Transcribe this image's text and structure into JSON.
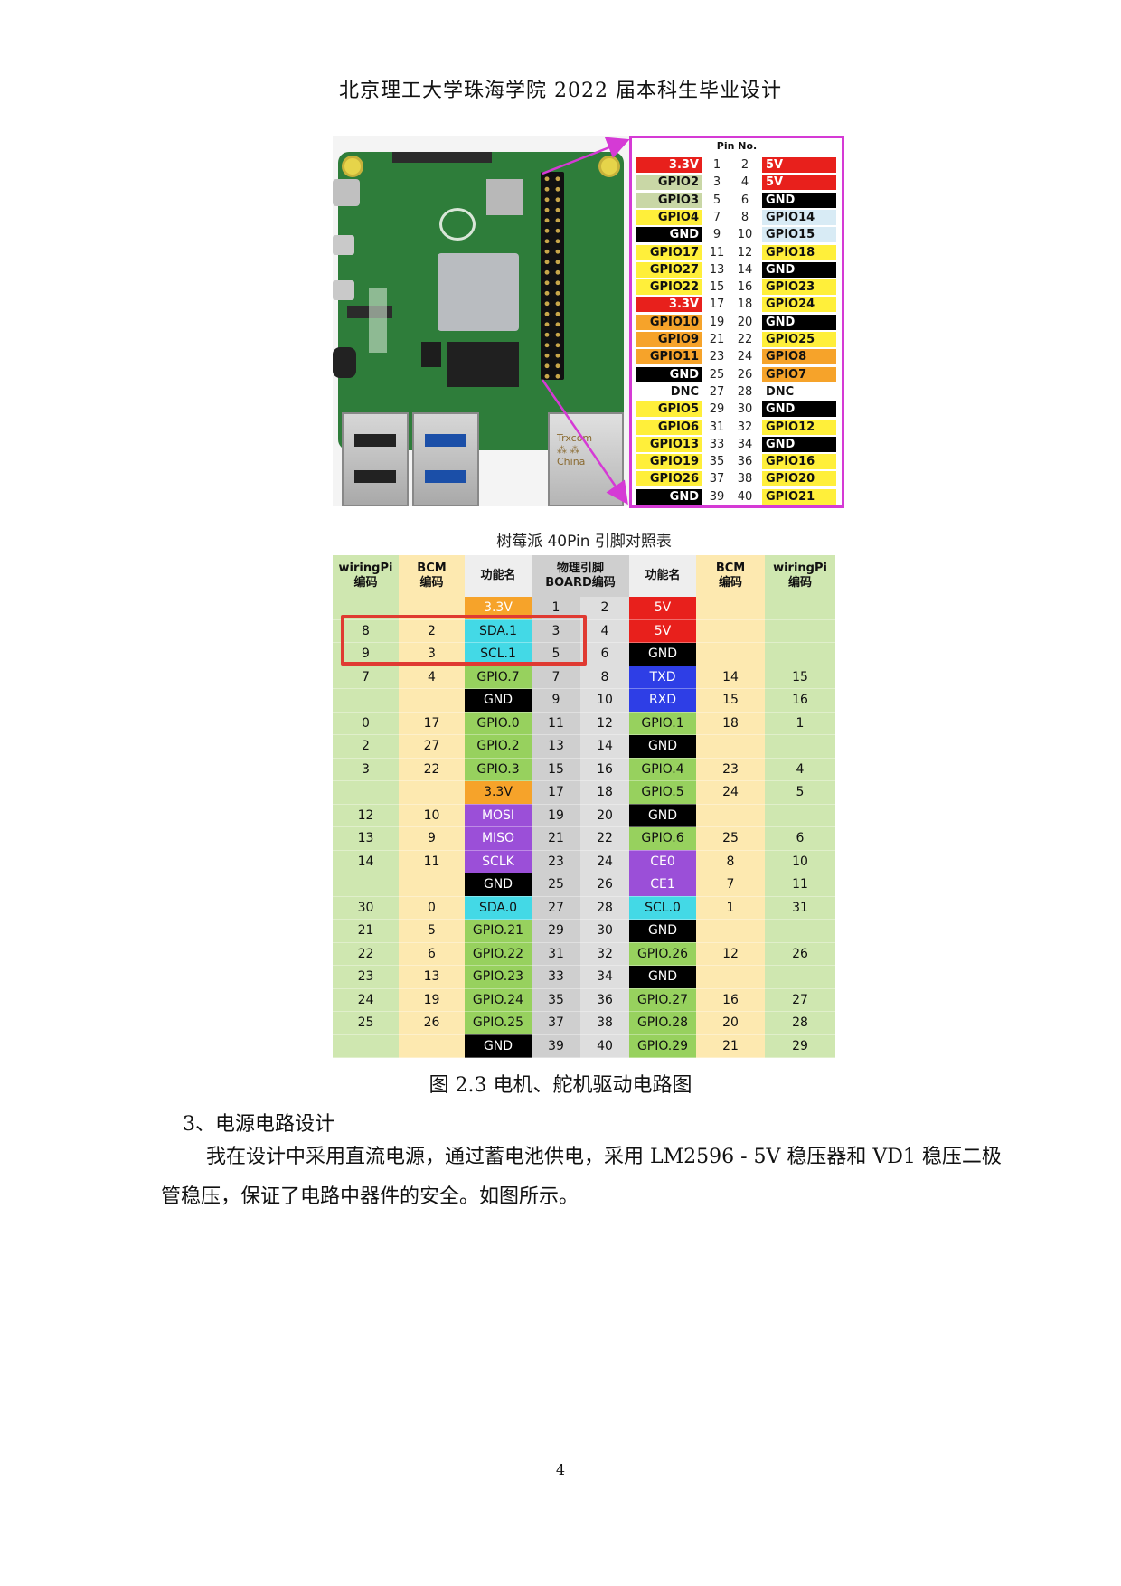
{
  "header": {
    "title": "北京理工大学珠海学院 2022 届本科生毕业设计"
  },
  "figure_top": {
    "pin_header_title": "Pin No.",
    "rows": [
      {
        "left": "3.3V",
        "lc": "#e8201c",
        "lt": "#ffffff",
        "n1": "1",
        "n2": "2",
        "right": "5V",
        "rc": "#e8201c",
        "rt": "#ffffff"
      },
      {
        "left": "GPIO2",
        "lc": "#c9d7a6",
        "lt": "#111111",
        "n1": "3",
        "n2": "4",
        "right": "5V",
        "rc": "#e8201c",
        "rt": "#ffffff"
      },
      {
        "left": "GPIO3",
        "lc": "#c9d7a6",
        "lt": "#111111",
        "n1": "5",
        "n2": "6",
        "right": "GND",
        "rc": "#000000",
        "rt": "#ffffff"
      },
      {
        "left": "GPIO4",
        "lc": "#ffef3a",
        "lt": "#111111",
        "n1": "7",
        "n2": "8",
        "right": "GPIO14",
        "rc": "#d8ebf5",
        "rt": "#111111"
      },
      {
        "left": "GND",
        "lc": "#000000",
        "lt": "#ffffff",
        "n1": "9",
        "n2": "10",
        "right": "GPIO15",
        "rc": "#d8ebf5",
        "rt": "#111111"
      },
      {
        "left": "GPIO17",
        "lc": "#ffef3a",
        "lt": "#111111",
        "n1": "11",
        "n2": "12",
        "right": "GPIO18",
        "rc": "#ffef3a",
        "rt": "#111111"
      },
      {
        "left": "GPIO27",
        "lc": "#ffef3a",
        "lt": "#111111",
        "n1": "13",
        "n2": "14",
        "right": "GND",
        "rc": "#000000",
        "rt": "#ffffff"
      },
      {
        "left": "GPIO22",
        "lc": "#ffef3a",
        "lt": "#111111",
        "n1": "15",
        "n2": "16",
        "right": "GPIO23",
        "rc": "#ffef3a",
        "rt": "#111111"
      },
      {
        "left": "3.3V",
        "lc": "#e8201c",
        "lt": "#ffffff",
        "n1": "17",
        "n2": "18",
        "right": "GPIO24",
        "rc": "#ffef3a",
        "rt": "#111111"
      },
      {
        "left": "GPIO10",
        "lc": "#f6a32a",
        "lt": "#111111",
        "n1": "19",
        "n2": "20",
        "right": "GND",
        "rc": "#000000",
        "rt": "#ffffff"
      },
      {
        "left": "GPIO9",
        "lc": "#f6a32a",
        "lt": "#111111",
        "n1": "21",
        "n2": "22",
        "right": "GPIO25",
        "rc": "#ffef3a",
        "rt": "#111111"
      },
      {
        "left": "GPIO11",
        "lc": "#f6a32a",
        "lt": "#111111",
        "n1": "23",
        "n2": "24",
        "right": "GPIO8",
        "rc": "#f6a32a",
        "rt": "#111111"
      },
      {
        "left": "GND",
        "lc": "#000000",
        "lt": "#ffffff",
        "n1": "25",
        "n2": "26",
        "right": "GPIO7",
        "rc": "#f6a32a",
        "rt": "#111111"
      },
      {
        "left": "DNC",
        "lc": "#ffffff",
        "lt": "#111111",
        "n1": "27",
        "n2": "28",
        "right": "DNC",
        "rc": "#ffffff",
        "rt": "#111111"
      },
      {
        "left": "GPIO5",
        "lc": "#ffef3a",
        "lt": "#111111",
        "n1": "29",
        "n2": "30",
        "right": "GND",
        "rc": "#000000",
        "rt": "#ffffff"
      },
      {
        "left": "GPIO6",
        "lc": "#ffef3a",
        "lt": "#111111",
        "n1": "31",
        "n2": "32",
        "right": "GPIO12",
        "rc": "#ffef3a",
        "rt": "#111111"
      },
      {
        "left": "GPIO13",
        "lc": "#ffef3a",
        "lt": "#111111",
        "n1": "33",
        "n2": "34",
        "right": "GND",
        "rc": "#000000",
        "rt": "#ffffff"
      },
      {
        "left": "GPIO19",
        "lc": "#ffef3a",
        "lt": "#111111",
        "n1": "35",
        "n2": "36",
        "right": "GPIO16",
        "rc": "#ffef3a",
        "rt": "#111111"
      },
      {
        "left": "GPIO26",
        "lc": "#ffef3a",
        "lt": "#111111",
        "n1": "37",
        "n2": "38",
        "right": "GPIO20",
        "rc": "#ffef3a",
        "rt": "#111111"
      },
      {
        "left": "GND",
        "lc": "#000000",
        "lt": "#ffffff",
        "n1": "39",
        "n2": "40",
        "right": "GPIO21",
        "rc": "#ffef3a",
        "rt": "#111111"
      }
    ]
  },
  "pin_table": {
    "title": "树莓派 40Pin 引脚对照表",
    "headers": [
      "wiringPi\n编码",
      "BCM\n编码",
      "功能名",
      "物理引脚\nBOARD编码",
      "功能名",
      "BCM\n编码",
      "wiringPi\n编码"
    ],
    "rows": [
      {
        "wp1": "",
        "bcm1": "",
        "fn1": "3.3V",
        "f1c": "#f6a32a",
        "f1t": "#ffffff",
        "p1": "1",
        "p2": "2",
        "fn2": "5V",
        "f2c": "#e8201c",
        "f2t": "#ffffff",
        "bcm2": "",
        "wp2": ""
      },
      {
        "wp1": "8",
        "bcm1": "2",
        "fn1": "SDA.1",
        "f1c": "#43d9e6",
        "f1t": "#111111",
        "p1": "3",
        "p2": "4",
        "fn2": "5V",
        "f2c": "#e8201c",
        "f2t": "#ffffff",
        "bcm2": "",
        "wp2": ""
      },
      {
        "wp1": "9",
        "bcm1": "3",
        "fn1": "SCL.1",
        "f1c": "#43d9e6",
        "f1t": "#111111",
        "p1": "5",
        "p2": "6",
        "fn2": "GND",
        "f2c": "#000000",
        "f2t": "#ffffff",
        "bcm2": "",
        "wp2": ""
      },
      {
        "wp1": "7",
        "bcm1": "4",
        "fn1": "GPIO.7",
        "f1c": "#97d15e",
        "f1t": "#111111",
        "p1": "7",
        "p2": "8",
        "fn2": "TXD",
        "f2c": "#2e3ee6",
        "f2t": "#ffffff",
        "bcm2": "14",
        "wp2": "15"
      },
      {
        "wp1": "",
        "bcm1": "",
        "fn1": "GND",
        "f1c": "#000000",
        "f1t": "#ffffff",
        "p1": "9",
        "p2": "10",
        "fn2": "RXD",
        "f2c": "#2e3ee6",
        "f2t": "#ffffff",
        "bcm2": "15",
        "wp2": "16"
      },
      {
        "wp1": "0",
        "bcm1": "17",
        "fn1": "GPIO.0",
        "f1c": "#97d15e",
        "f1t": "#111111",
        "p1": "11",
        "p2": "12",
        "fn2": "GPIO.1",
        "f2c": "#97d15e",
        "f2t": "#111111",
        "bcm2": "18",
        "wp2": "1"
      },
      {
        "wp1": "2",
        "bcm1": "27",
        "fn1": "GPIO.2",
        "f1c": "#97d15e",
        "f1t": "#111111",
        "p1": "13",
        "p2": "14",
        "fn2": "GND",
        "f2c": "#000000",
        "f2t": "#ffffff",
        "bcm2": "",
        "wp2": ""
      },
      {
        "wp1": "3",
        "bcm1": "22",
        "fn1": "GPIO.3",
        "f1c": "#97d15e",
        "f1t": "#111111",
        "p1": "15",
        "p2": "16",
        "fn2": "GPIO.4",
        "f2c": "#97d15e",
        "f2t": "#111111",
        "bcm2": "23",
        "wp2": "4"
      },
      {
        "wp1": "",
        "bcm1": "",
        "fn1": "3.3V",
        "f1c": "#f6a32a",
        "f1t": "#111111",
        "p1": "17",
        "p2": "18",
        "fn2": "GPIO.5",
        "f2c": "#97d15e",
        "f2t": "#111111",
        "bcm2": "24",
        "wp2": "5"
      },
      {
        "wp1": "12",
        "bcm1": "10",
        "fn1": "MOSI",
        "f1c": "#9b4fd8",
        "f1t": "#ffffff",
        "p1": "19",
        "p2": "20",
        "fn2": "GND",
        "f2c": "#000000",
        "f2t": "#ffffff",
        "bcm2": "",
        "wp2": ""
      },
      {
        "wp1": "13",
        "bcm1": "9",
        "fn1": "MISO",
        "f1c": "#9b4fd8",
        "f1t": "#ffffff",
        "p1": "21",
        "p2": "22",
        "fn2": "GPIO.6",
        "f2c": "#97d15e",
        "f2t": "#111111",
        "bcm2": "25",
        "wp2": "6"
      },
      {
        "wp1": "14",
        "bcm1": "11",
        "fn1": "SCLK",
        "f1c": "#9b4fd8",
        "f1t": "#ffffff",
        "p1": "23",
        "p2": "24",
        "fn2": "CE0",
        "f2c": "#9b4fd8",
        "f2t": "#ffffff",
        "bcm2": "8",
        "wp2": "10"
      },
      {
        "wp1": "",
        "bcm1": "",
        "fn1": "GND",
        "f1c": "#000000",
        "f1t": "#ffffff",
        "p1": "25",
        "p2": "26",
        "fn2": "CE1",
        "f2c": "#9b4fd8",
        "f2t": "#ffffff",
        "bcm2": "7",
        "wp2": "11"
      },
      {
        "wp1": "30",
        "bcm1": "0",
        "fn1": "SDA.0",
        "f1c": "#43d9e6",
        "f1t": "#111111",
        "p1": "27",
        "p2": "28",
        "fn2": "SCL.0",
        "f2c": "#43d9e6",
        "f2t": "#111111",
        "bcm2": "1",
        "wp2": "31"
      },
      {
        "wp1": "21",
        "bcm1": "5",
        "fn1": "GPIO.21",
        "f1c": "#97d15e",
        "f1t": "#111111",
        "p1": "29",
        "p2": "30",
        "fn2": "GND",
        "f2c": "#000000",
        "f2t": "#ffffff",
        "bcm2": "",
        "wp2": ""
      },
      {
        "wp1": "22",
        "bcm1": "6",
        "fn1": "GPIO.22",
        "f1c": "#97d15e",
        "f1t": "#111111",
        "p1": "31",
        "p2": "32",
        "fn2": "GPIO.26",
        "f2c": "#97d15e",
        "f2t": "#111111",
        "bcm2": "12",
        "wp2": "26"
      },
      {
        "wp1": "23",
        "bcm1": "13",
        "fn1": "GPIO.23",
        "f1c": "#97d15e",
        "f1t": "#111111",
        "p1": "33",
        "p2": "34",
        "fn2": "GND",
        "f2c": "#000000",
        "f2t": "#ffffff",
        "bcm2": "",
        "wp2": ""
      },
      {
        "wp1": "24",
        "bcm1": "19",
        "fn1": "GPIO.24",
        "f1c": "#97d15e",
        "f1t": "#111111",
        "p1": "35",
        "p2": "36",
        "fn2": "GPIO.27",
        "f2c": "#97d15e",
        "f2t": "#111111",
        "bcm2": "16",
        "wp2": "27"
      },
      {
        "wp1": "25",
        "bcm1": "26",
        "fn1": "GPIO.25",
        "f1c": "#97d15e",
        "f1t": "#111111",
        "p1": "37",
        "p2": "38",
        "fn2": "GPIO.28",
        "f2c": "#97d15e",
        "f2t": "#111111",
        "bcm2": "20",
        "wp2": "28"
      },
      {
        "wp1": "",
        "bcm1": "",
        "fn1": "GND",
        "f1c": "#000000",
        "f1t": "#ffffff",
        "p1": "39",
        "p2": "40",
        "fn2": "GPIO.29",
        "f2c": "#97d15e",
        "f2t": "#111111",
        "bcm2": "21",
        "wp2": "29"
      }
    ]
  },
  "caption": "图 2.3 电机、舵机驱动电路图",
  "section": {
    "heading": "3、电源电路设计"
  },
  "body": {
    "paragraph": "我在设计中采用直流电源，通过蓄电池供电，采用 LM2596 - 5V 稳压器和 VD1 稳压二极管稳压，保证了电路中器件的安全。如图所示。"
  },
  "page_number": "4",
  "colors": {
    "highlight_box": "#e03a32",
    "pin_box_border": "#d53ad5"
  }
}
